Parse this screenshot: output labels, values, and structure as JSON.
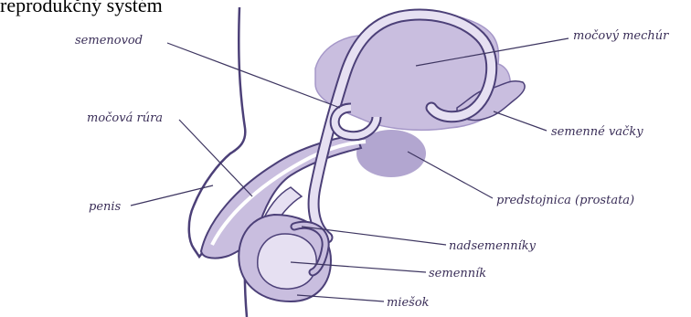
{
  "caption_partial": "reprodukčný systém",
  "labels": {
    "semenovod": "semenovod",
    "mocovy_mechur": "močový mechúr",
    "mocova_rura": "močová rúra",
    "semenne_vacky": "semenné vačky",
    "penis": "penis",
    "predstojnica": "predstojnica (prostata)",
    "nadsemenniky": "nadsemenníky",
    "semennik": "semenník",
    "miesok": "miešok"
  },
  "colors": {
    "organ_fill": "#c9bedf",
    "organ_dark": "#a597c8",
    "outline": "#4c4078",
    "label": "#3a2e58"
  }
}
